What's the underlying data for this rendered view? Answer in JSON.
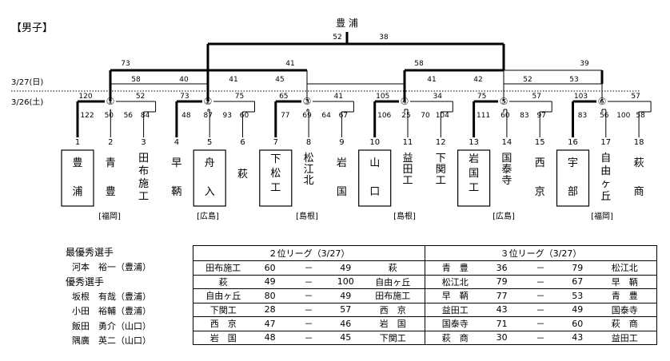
{
  "section_title": "【男子】",
  "dates": {
    "top": "3/27(日)",
    "bottom": "3/26(土)"
  },
  "champion": "豊 浦",
  "final_scores": {
    "left": "52",
    "right": "38"
  },
  "semi_scores": {
    "left_top": "73",
    "left_bottom": "41",
    "right_top": "58",
    "right_bottom": "39"
  },
  "qf_scores": [
    {
      "left": "58",
      "right": "40"
    },
    {
      "left": "41",
      "right": "45"
    },
    {
      "left": "41",
      "right": "42"
    },
    {
      "left": "52",
      "right": "53"
    }
  ],
  "r1_scores": [
    {
      "left": "120",
      "right": "52"
    },
    {
      "left": "73",
      "right": "75"
    },
    {
      "left": "65",
      "right": "41"
    },
    {
      "left": "105",
      "right": "34"
    },
    {
      "left": "75",
      "right": "57"
    },
    {
      "left": "103",
      "right": "57"
    }
  ],
  "game_labels": [
    "①",
    "②",
    "③",
    "④",
    "⑤",
    "⑥"
  ],
  "game_scores": [
    [
      "122",
      "50",
      "56",
      "84"
    ],
    [
      "48",
      "87",
      "93",
      "60"
    ],
    [
      "77",
      "69",
      "64",
      "67"
    ],
    [
      "106",
      "25",
      "70",
      "104"
    ],
    [
      "111",
      "60",
      "83",
      "97"
    ],
    [
      "83",
      "56",
      "100",
      "58"
    ]
  ],
  "teams": [
    {
      "num": "1",
      "name": "豊\n\n浦",
      "boxed": true
    },
    {
      "num": "2",
      "name": "青\n\n豊",
      "boxed": false
    },
    {
      "num": "3",
      "name": "田\n布\n施\n工",
      "boxed": false
    },
    {
      "num": "4",
      "name": "早\n\n鞆",
      "boxed": false
    },
    {
      "num": "5",
      "name": "舟\n\n入",
      "boxed": true
    },
    {
      "num": "6",
      "name": "萩",
      "boxed": false
    },
    {
      "num": "7",
      "name": "下\n松\n工",
      "boxed": true
    },
    {
      "num": "8",
      "name": "松\n江\n北",
      "boxed": false
    },
    {
      "num": "9",
      "name": "岩\n\n国",
      "boxed": false
    },
    {
      "num": "10",
      "name": "山\n\n口",
      "boxed": true
    },
    {
      "num": "11",
      "name": "益\n田\n工",
      "boxed": false
    },
    {
      "num": "12",
      "name": "下\n関\n工",
      "boxed": false
    },
    {
      "num": "13",
      "name": "岩\n国\n工",
      "boxed": true
    },
    {
      "num": "14",
      "name": "国\n泰\n寺",
      "boxed": false
    },
    {
      "num": "15",
      "name": "西\n\n京",
      "boxed": false
    },
    {
      "num": "16",
      "name": "宇\n\n部",
      "boxed": true
    },
    {
      "num": "17",
      "name": "自\n由\nヶ\n丘",
      "boxed": false
    },
    {
      "num": "18",
      "name": "萩\n\n商",
      "boxed": false
    }
  ],
  "regions": [
    "[福岡]",
    "[広島]",
    "[島根]",
    "[島根]",
    "[広島]",
    "[福岡]"
  ],
  "awards": {
    "mvp_title": "最優秀選手",
    "mvp": [
      "河本　裕一（豊浦）"
    ],
    "excellent_title": "優秀選手",
    "excellent": [
      "坂根　有哉（豊浦）",
      "小田　裕輔（豊浦）",
      "飯田　勇介（山口）",
      "隅廣　英二（山口）"
    ]
  },
  "leagues": {
    "second_title": "２位リーグ（3/27）",
    "third_title": "３位リーグ（3/27）",
    "rows": [
      [
        [
          "田布施工",
          "60",
          "－",
          "49",
          "萩"
        ],
        [
          "青　豊",
          "36",
          "－",
          "79",
          "松江北"
        ]
      ],
      [
        [
          "萩",
          "49",
          "－",
          "100",
          "自由ヶ丘"
        ],
        [
          "松江北",
          "79",
          "－",
          "67",
          "早　鞆"
        ]
      ],
      [
        [
          "自由ヶ丘",
          "80",
          "－",
          "49",
          "田布施工"
        ],
        [
          "早　鞆",
          "77",
          "－",
          "53",
          "青　豊"
        ]
      ],
      [
        [
          "下関工",
          "28",
          "－",
          "57",
          "西　京"
        ],
        [
          "益田工",
          "43",
          "－",
          "49",
          "国泰寺"
        ]
      ],
      [
        [
          "西　京",
          "47",
          "－",
          "46",
          "岩　国"
        ],
        [
          "国泰寺",
          "71",
          "－",
          "60",
          "萩　商"
        ]
      ],
      [
        [
          "岩　国",
          "48",
          "－",
          "45",
          "下関工"
        ],
        [
          "萩　商",
          "30",
          "－",
          "43",
          "益田工"
        ]
      ]
    ]
  }
}
